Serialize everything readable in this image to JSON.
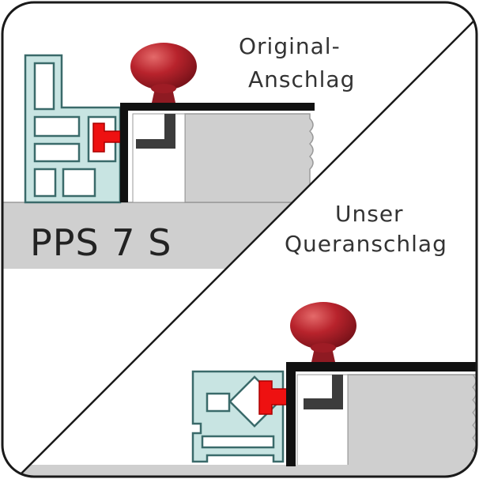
{
  "labels": {
    "original_line1": "Original-",
    "original_line2": "Anschlag",
    "unser_line1": "Unser",
    "unser_line2": "Queranschlag",
    "model": "PPS 7 S"
  },
  "colors": {
    "profile_fill": "#c8e4e2",
    "profile_stroke": "#3a6a6a",
    "knob_red": "#b8232c",
    "clamp_red": "#ee1111",
    "table_gray": "#cfcfcf",
    "stop_black": "#111111",
    "bracket_gray": "#3c3c3c",
    "frame": "#1a1a1a"
  },
  "icons": {
    "knob": "red-mushroom-knob-icon",
    "profile": "aluminium-profile-icon"
  }
}
